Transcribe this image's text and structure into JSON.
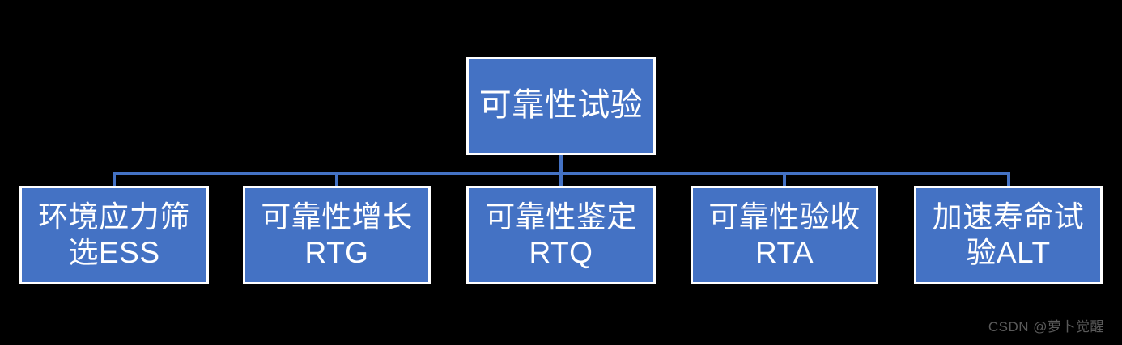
{
  "diagram": {
    "type": "tree",
    "background_color": "#000000",
    "node_fill_color": "#4472C4",
    "node_border_color": "#FFFFFF",
    "node_text_color": "#FFFFFF",
    "connector_color": "#4472C4",
    "root": {
      "label": "可靠性试验"
    },
    "children": [
      {
        "label": "环境应力筛选ESS"
      },
      {
        "label": "可靠性增长RTG"
      },
      {
        "label": "可靠性鉴定RTQ"
      },
      {
        "label": "可靠性验收RTA"
      },
      {
        "label": "加速寿命试验ALT"
      }
    ]
  },
  "watermark": {
    "text": "CSDN @萝卜觉醒",
    "color": "#5a5a5a"
  }
}
